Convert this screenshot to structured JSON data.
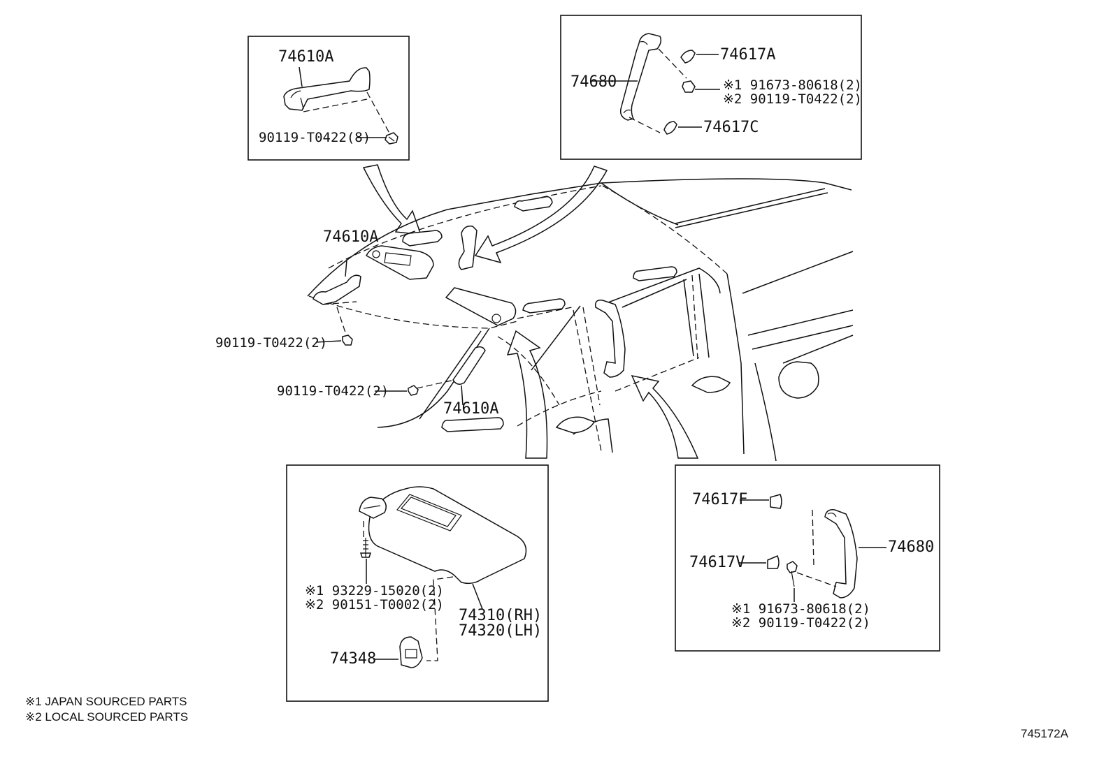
{
  "boxes": {
    "top_left": {
      "part_assist_grip": "74610A",
      "part_screw": "90119-T0422(8)"
    },
    "top_right": {
      "part_grip": "74680",
      "part_cover_a": "74617A",
      "part_cover_c": "74617C",
      "screw_japan": "※1 91673-80618(2)",
      "screw_local": "※2 90119-T0422(2)"
    },
    "bottom_center": {
      "screw_japan": "※1 93229-15020(2)",
      "screw_local": "※2 90151-T0002(2)",
      "visor_rh": "74310(RH)",
      "visor_lh": "74320(LH)",
      "holder": "74348"
    },
    "bottom_right": {
      "cover_f": "74617F",
      "cover_v": "74617V",
      "grip": "74680",
      "screw_japan": "※1 91673-80618(2)",
      "screw_local": "※2 90119-T0422(2)"
    }
  },
  "main": {
    "grip_front": "74610A",
    "screw_front": "90119-T0422(2)",
    "screw_pillar": "90119-T0422(2)",
    "grip_pillar": "74610A"
  },
  "legend": {
    "note1": "※1 JAPAN SOURCED PARTS",
    "note2": "※2 LOCAL SOURCED PARTS"
  },
  "diagram_id": "745172A"
}
